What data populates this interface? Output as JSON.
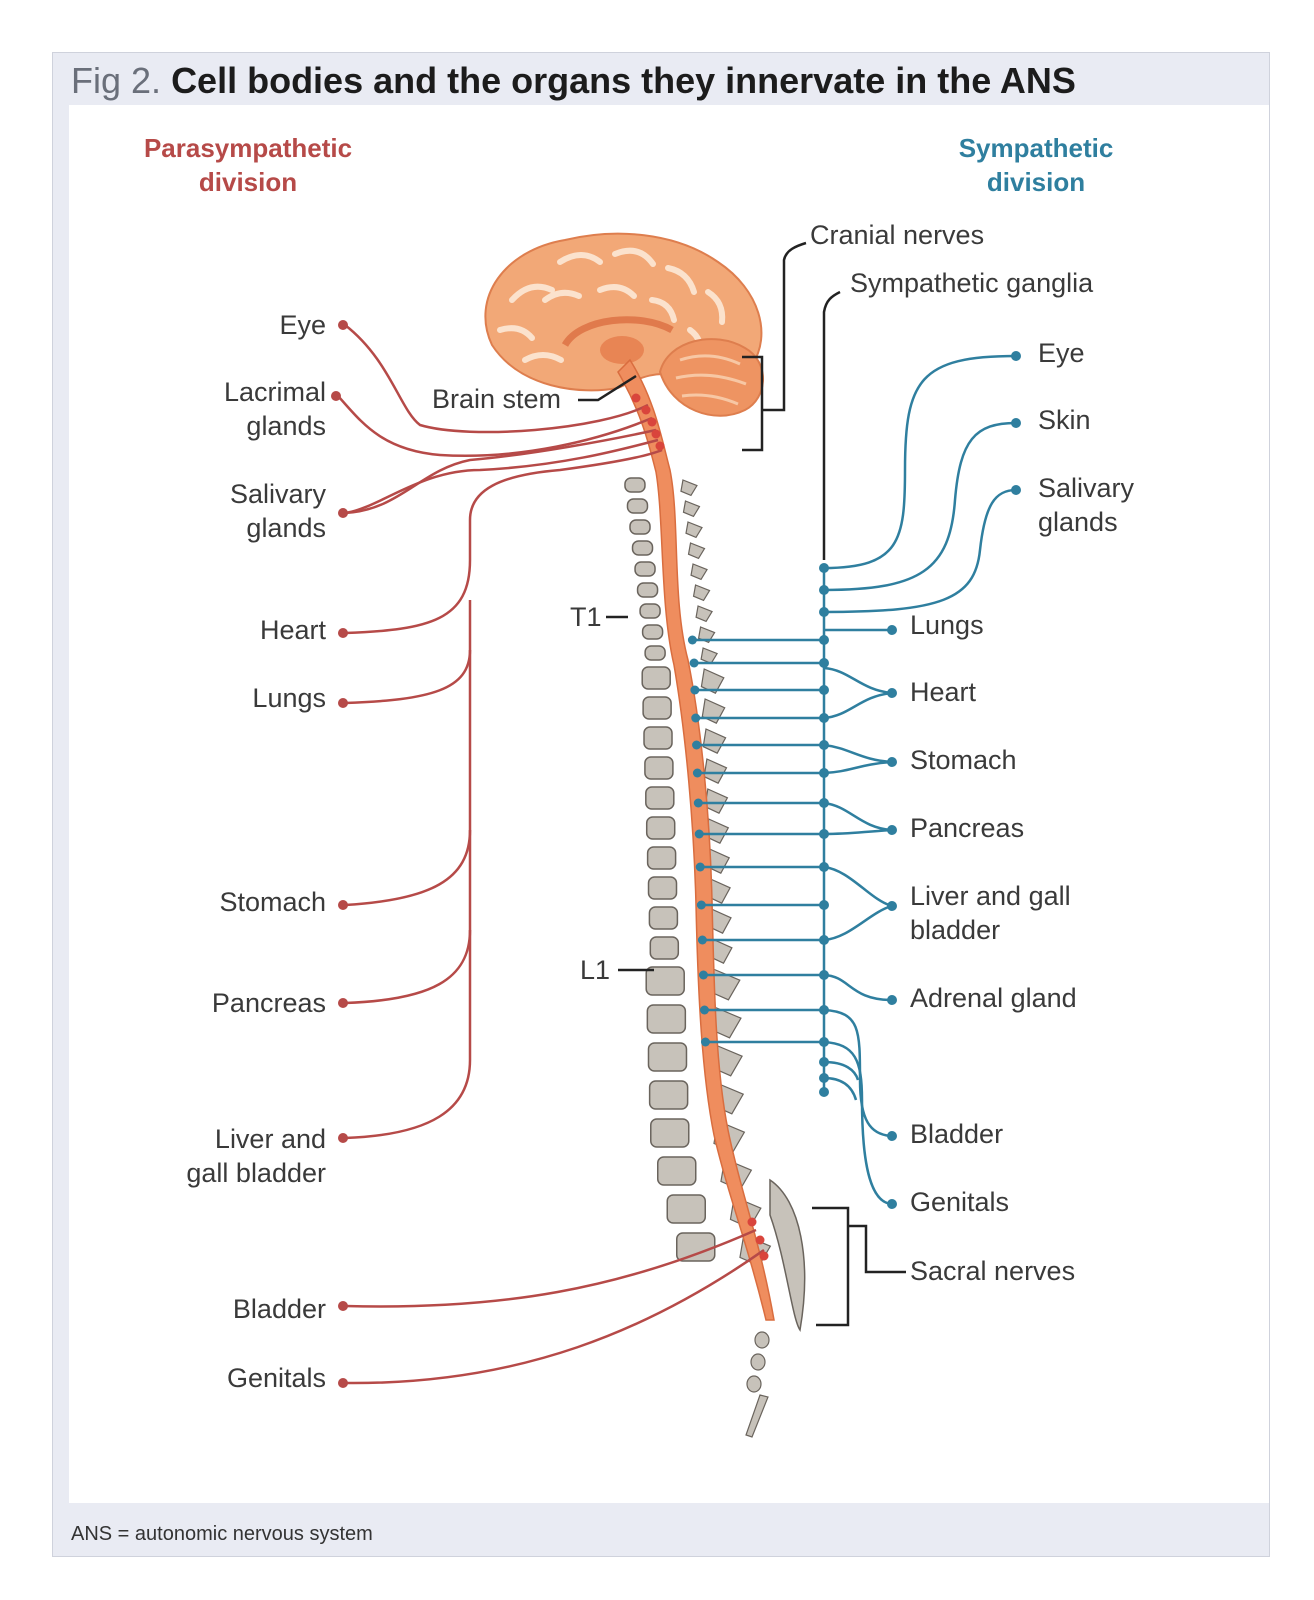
{
  "title": {
    "fig": "Fig 2.",
    "text": "Cell bodies and the organs they innervate in the ANS"
  },
  "divisions": {
    "parasympathetic": [
      "Parasympathetic",
      "division"
    ],
    "sympathetic": [
      "Sympathetic",
      "division"
    ]
  },
  "annotations": {
    "brain_stem": "Brain stem",
    "cranial_nerves": "Cranial nerves",
    "sympathetic_ganglia": "Sympathetic ganglia",
    "t1": "T1",
    "l1": "L1",
    "sacral_nerves": "Sacral nerves"
  },
  "parasympathetic_organs": {
    "eye": [
      "Eye"
    ],
    "lacrimal": [
      "Lacrimal",
      "glands"
    ],
    "salivary": [
      "Salivary",
      "glands"
    ],
    "heart": [
      "Heart"
    ],
    "lungs": [
      "Lungs"
    ],
    "stomach": [
      "Stomach"
    ],
    "pancreas": [
      "Pancreas"
    ],
    "liver": [
      "Liver and",
      "gall bladder"
    ],
    "bladder": [
      "Bladder"
    ],
    "genitals": [
      "Genitals"
    ]
  },
  "sympathetic_organs": {
    "eye": [
      "Eye"
    ],
    "skin": [
      "Skin"
    ],
    "salivary": [
      "Salivary",
      "glands"
    ],
    "lungs": [
      "Lungs"
    ],
    "heart": [
      "Heart"
    ],
    "stomach": [
      "Stomach"
    ],
    "pancreas": [
      "Pancreas"
    ],
    "liver": [
      "Liver and gall",
      "bladder"
    ],
    "adrenal": [
      "Adrenal gland"
    ],
    "bladder": [
      "Bladder"
    ],
    "genitals": [
      "Genitals"
    ]
  },
  "footnote": "ANS = autonomic nervous system",
  "colors": {
    "parasympathetic": "#b64a48",
    "sympathetic": "#2f7f9f",
    "brain": "#f0a070",
    "spinal_cord": "#ee8a5c",
    "vertebra": "#c7c2ba"
  }
}
